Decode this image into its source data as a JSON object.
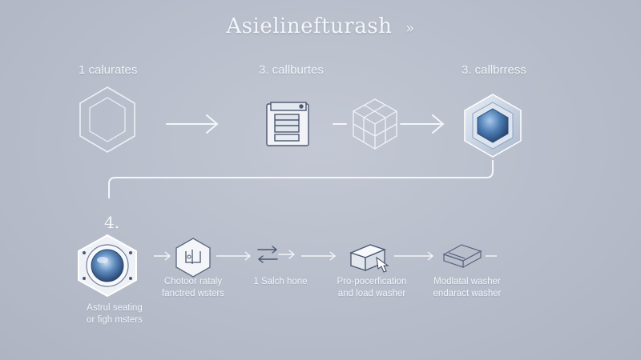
{
  "title": "Asielinefturash",
  "title_icon": "double-chevron-right-icon",
  "top_row": {
    "labels": [
      "1 calurates",
      "3. callburtes",
      "3. callbrress"
    ],
    "icons": [
      "hexagon-outline-icon",
      "washing-machine-icon",
      "wireframe-cube-icon",
      "glossy-hexagon-icon"
    ]
  },
  "step_four_label": "4.",
  "bottom_row": {
    "captions": [
      {
        "line1": "Astrul seating",
        "line2": "or figh msters"
      },
      {
        "line1": "Chotoor rataly",
        "line2": "fanctred wsters"
      },
      {
        "line1": "1 Salch hone",
        "line2": ""
      },
      {
        "line1": "Pro-pocerfication",
        "line2": "and load washer"
      },
      {
        "line1": "Modlatal washer",
        "line2": "endaract washer"
      }
    ],
    "icons": [
      "washer-drum-hexagon-icon",
      "hexagon-tool-icon",
      "bidirectional-arrows-icon",
      "box-hand-icon",
      "flat-box-icon"
    ]
  },
  "colors": {
    "line": "#f2f4f8",
    "accent_blue": "#3e6fa8",
    "background": "#b6bcc9"
  }
}
